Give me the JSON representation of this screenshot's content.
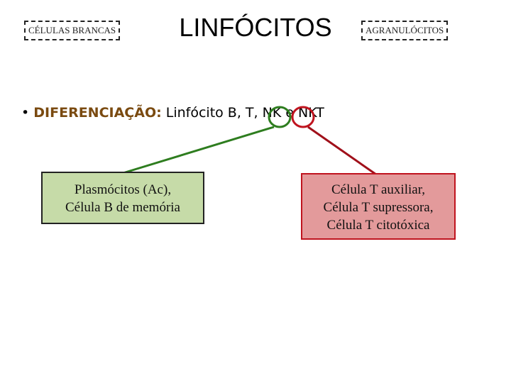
{
  "header": {
    "left_tag": "CÉLULAS BRANCAS",
    "title": "LINFÓCITOS",
    "right_tag": "AGRANULÓCITOS"
  },
  "bullet": {
    "symbol": "•",
    "label": "DIFERENCIAÇÃO:",
    "text": "Linfócito B,  T, NK e NKT"
  },
  "boxes": {
    "green": {
      "lines": [
        "Plasmócitos (Ac),",
        "Célula B de memória"
      ]
    },
    "red": {
      "lines": [
        "Célula T auxiliar,",
        "Célula T supressora,",
        "Célula T citotóxica"
      ]
    }
  },
  "colors": {
    "green_circle": "#2e7d1f",
    "red_circle": "#c0141f",
    "green_box": "#c6dba8",
    "red_box": "#e39a9b",
    "label_brown": "#7a4a10"
  }
}
